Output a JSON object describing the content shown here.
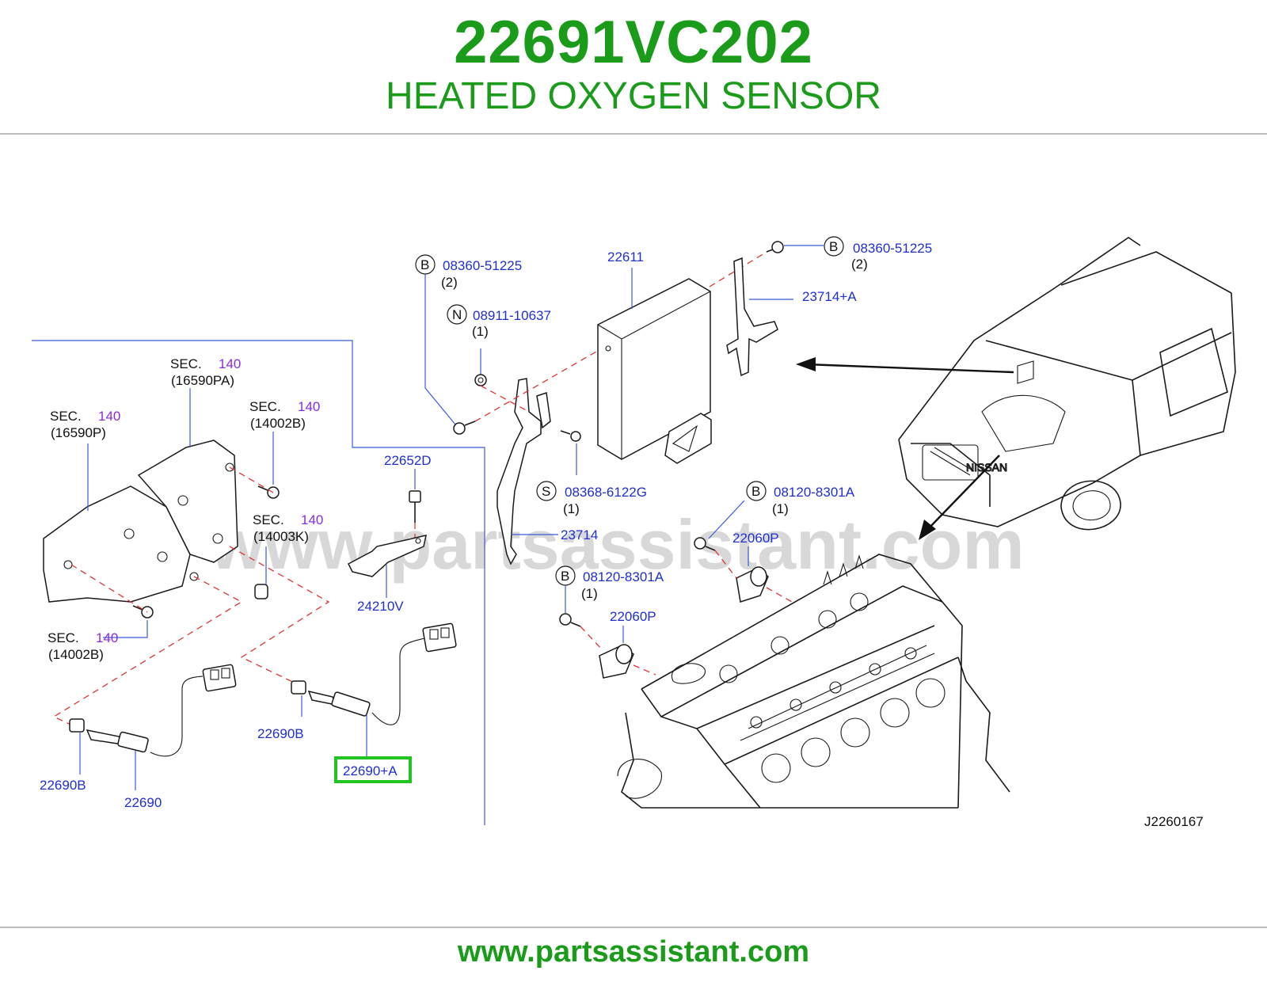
{
  "header": {
    "part_number": "22691VC202",
    "part_name": "HEATED OXYGEN SENSOR"
  },
  "footer": {
    "website": "www.partsassistant.com"
  },
  "watermark": "www.partsassistant.com",
  "diagram_id": "J2260167",
  "colors": {
    "brand_green": "#1a9b1a",
    "label_blue": "#1f2fd1",
    "section_purple": "#8a2be2",
    "leader_blue": "#3b5bdb",
    "dash_red": "#e03535",
    "highlight_green": "#22c422"
  },
  "callouts": {
    "b1_letter": "B",
    "b1_part": "08360-51225",
    "b1_qty": "(2)",
    "b2_letter": "B",
    "b2_part": "08360-51225",
    "b2_qty": "(2)",
    "n_letter": "N",
    "n_part": "08911-10637",
    "n_qty": "(1)",
    "s_letter": "S",
    "s_part": "08368-6122G",
    "s_qty": "(1)",
    "b3_letter": "B",
    "b3_part": "08120-8301A",
    "b3_qty": "(1)",
    "b4_letter": "B",
    "b4_part": "08120-8301A",
    "b4_qty": "(1)"
  },
  "parts": {
    "p22611": "22611",
    "p23714a": "23714+A",
    "p23714": "23714",
    "p22652d": "22652D",
    "p24210v": "24210V",
    "p22060p_upper": "22060P",
    "p22060p_lower": "22060P",
    "p22690b_mid": "22690B",
    "p22690b_left": "22690B",
    "p22690": "22690",
    "p22690a": "22690+A"
  },
  "sections": {
    "s1_word": "SEC.",
    "s1_num": "140",
    "s1_ref": "(16590PA)",
    "s2_word": "SEC.",
    "s2_num": "140",
    "s2_ref": "(16590P)",
    "s3_word": "SEC.",
    "s3_num": "140",
    "s3_ref": "(14002B)",
    "s4_word": "SEC.",
    "s4_num": "140",
    "s4_ref": "(14003K)",
    "s5_word": "SEC.",
    "s5_num": "140",
    "s5_ref": "(14002B)"
  }
}
